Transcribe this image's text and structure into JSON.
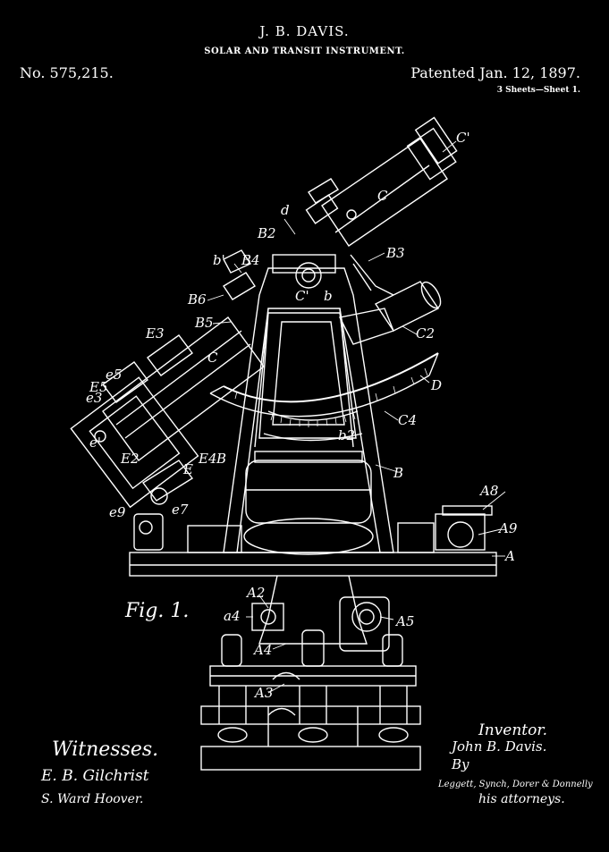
{
  "header": {
    "name": "J. B. DAVIS.",
    "title": "SOLAR AND TRANSIT INSTRUMENT.",
    "number": "No. 575,215.",
    "patented": "Patented Jan. 12, 1897.",
    "sheets": "3 Sheets—Sheet 1."
  },
  "figure": {
    "caption": "Fig. 1.",
    "labels": {
      "C1_top": "C'",
      "C_right": "C",
      "d": "d",
      "B2": "B2",
      "B3": "B3",
      "b1": "b'",
      "B4": "B4",
      "B6": "B6",
      "B5": "B5",
      "C1_mid": "C'",
      "b": "b",
      "C2": "C2",
      "E3": "E3",
      "C_left": "C",
      "D": "D",
      "e5": "e5",
      "E5": "E5",
      "e3": "e3",
      "C4": "C4",
      "e": "e'",
      "b2": "b2",
      "E2": "E2",
      "E4": "E4",
      "B_mid": "B",
      "E": "E",
      "B_right": "B",
      "e9": "e9",
      "e7": "e7",
      "A8": "A8",
      "A9": "A9",
      "A": "A",
      "A2": "A2",
      "a4": "a4",
      "A5": "A5",
      "A4": "A4",
      "A3": "A3"
    }
  },
  "witnesses": {
    "heading": "Witnesses.",
    "sig1": "E. B. Gilchrist",
    "sig2": "S. Ward Hoover."
  },
  "inventor": {
    "heading": "Inventor.",
    "name": "John B. Davis.",
    "by": "By",
    "attorneys": "Leggett, Synch, Dorer & Donnelly",
    "his": "his attorneys."
  },
  "colors": {
    "background": "#000000",
    "ink": "#ffffff"
  }
}
